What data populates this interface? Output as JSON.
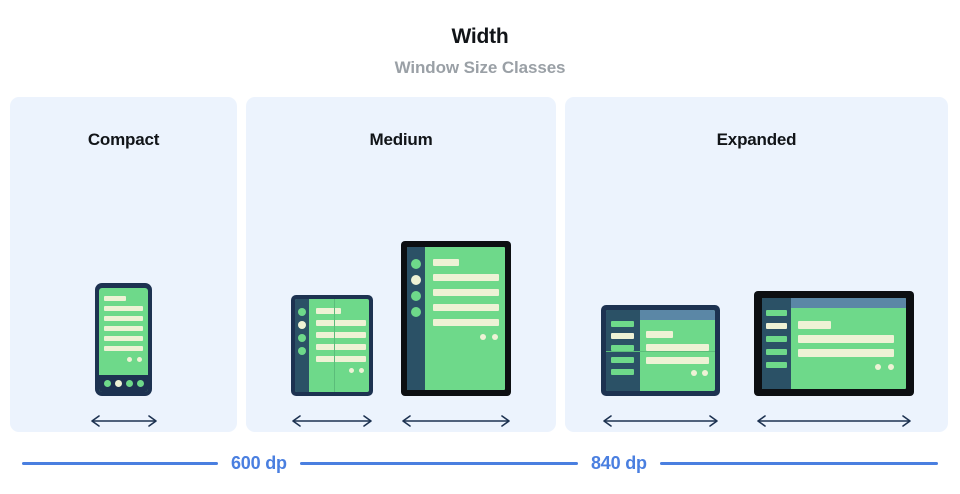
{
  "header": {
    "title": "Width",
    "subtitle": "Window Size Classes"
  },
  "panels": [
    {
      "id": "compact",
      "title": "Compact",
      "devices": [
        {
          "name": "phone-portrait",
          "icon": "phone-icon"
        }
      ]
    },
    {
      "id": "medium",
      "title": "Medium",
      "devices": [
        {
          "name": "foldable-portrait-unfolded",
          "icon": "foldable-icon"
        },
        {
          "name": "tablet-portrait",
          "icon": "tablet-portrait-icon"
        }
      ]
    },
    {
      "id": "expanded",
      "title": "Expanded",
      "devices": [
        {
          "name": "foldable-landscape-unfolded",
          "icon": "foldable-landscape-icon"
        },
        {
          "name": "tablet-landscape",
          "icon": "tablet-landscape-icon"
        }
      ]
    }
  ],
  "scale": {
    "breakpoint_600": "600 dp",
    "breakpoint_840": "840 dp"
  },
  "colors": {
    "panel_background": "#ecf3fd",
    "page_background": "#ffffff",
    "title_text": "#111418",
    "subtitle_text": "#9aa0a6",
    "accent_blue": "#4a7fe0",
    "device_frame_navy": "#1d3251",
    "device_frame_black": "#0d0f12",
    "screen_green": "#6ed98a",
    "content_cream": "#eef2d5",
    "nav_rail": "#2b5166",
    "top_bar": "#5b87a6"
  },
  "icons": {
    "resize_arrow": "double-arrow-horizontal-icon"
  }
}
